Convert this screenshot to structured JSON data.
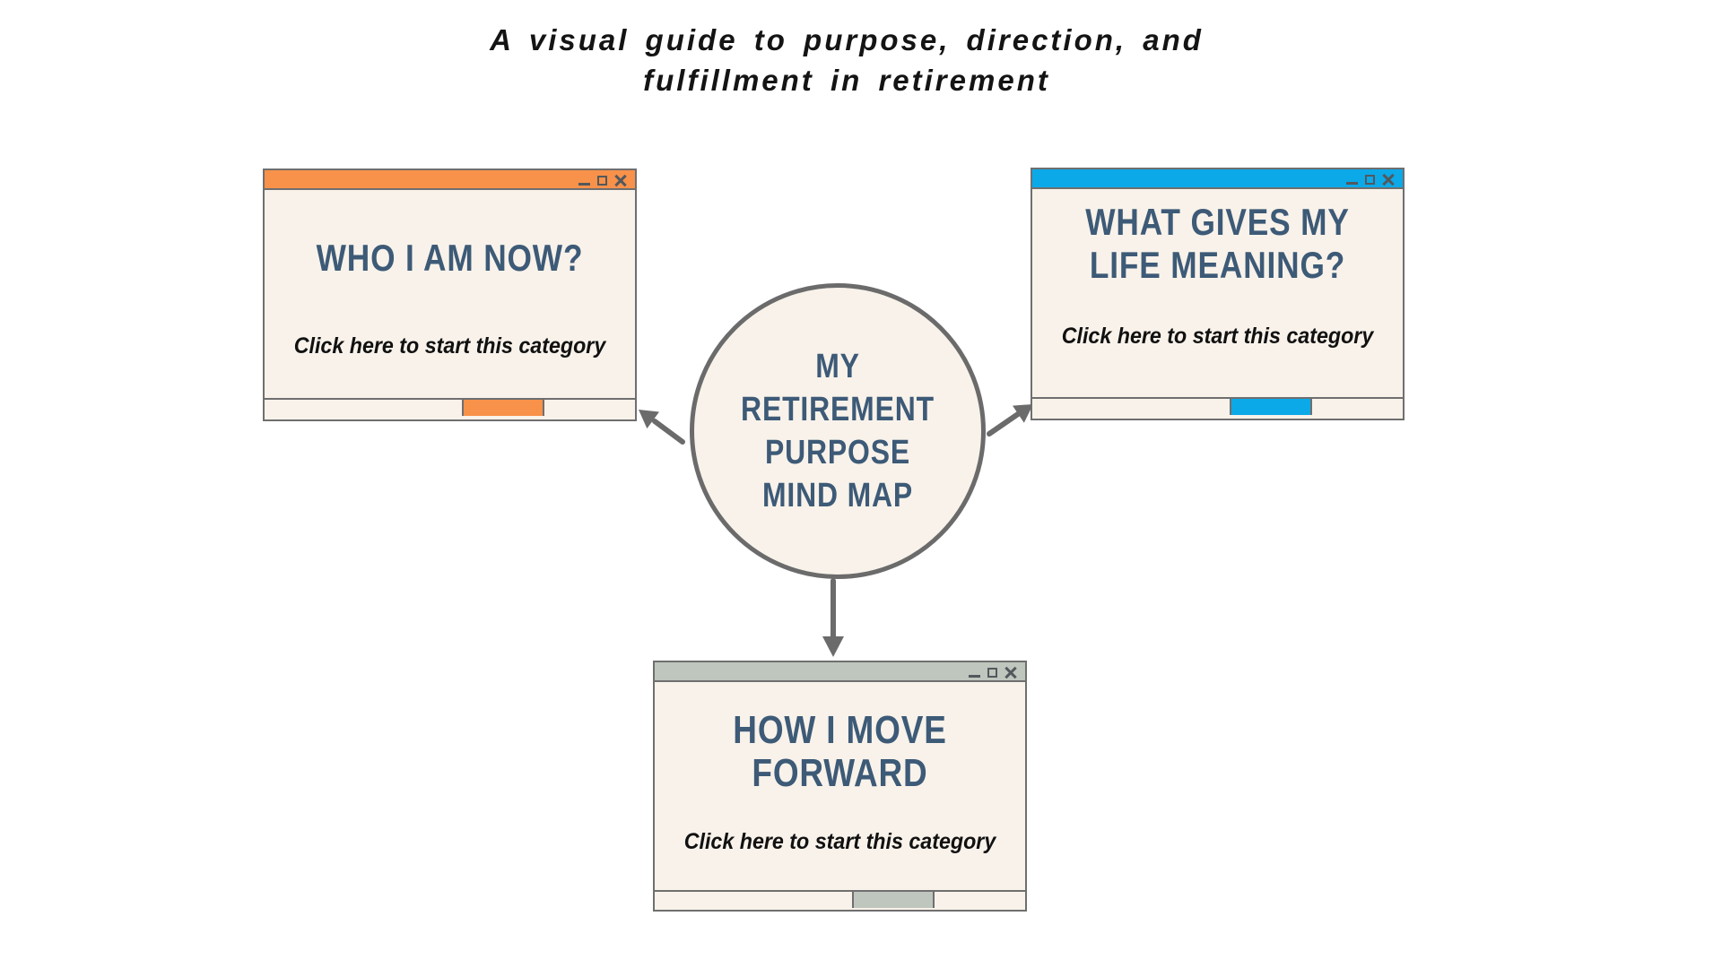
{
  "title": {
    "line1": "A visual guide to purpose, direction, and",
    "line2": "fulfillment in retirement"
  },
  "center": {
    "lines": [
      "MY RETIREMENT",
      "PURPOSE",
      "MIND MAP"
    ]
  },
  "windows": [
    {
      "name": "who-i-am-now",
      "accent_hex": "#F8914A",
      "heading_lines": [
        "WHO I AM NOW?"
      ],
      "cta": "Click here to start this category"
    },
    {
      "name": "what-gives-my-life-meaning",
      "accent_hex": "#0CA9E9",
      "heading_lines": [
        "WHAT GIVES MY",
        "LIFE MEANING?"
      ],
      "cta": "Click here to start this category"
    },
    {
      "name": "how-i-move-forward",
      "accent_hex": "#BFC6BE",
      "heading_lines": [
        "HOW I MOVE",
        "FORWARD"
      ],
      "cta": "Click here to start this category"
    }
  ],
  "window_controls": {
    "minimize": "_",
    "maximize": "□",
    "close": "✕"
  },
  "colors": {
    "background": "#FFFFFF",
    "window_body": "#F8F2EA",
    "heading_text": "#3D5A77",
    "outline_gray": "#6B6B6B",
    "title_text": "#141414",
    "orange": "#F8914A",
    "blue": "#0CA9E9",
    "sage": "#BFC6BE"
  }
}
